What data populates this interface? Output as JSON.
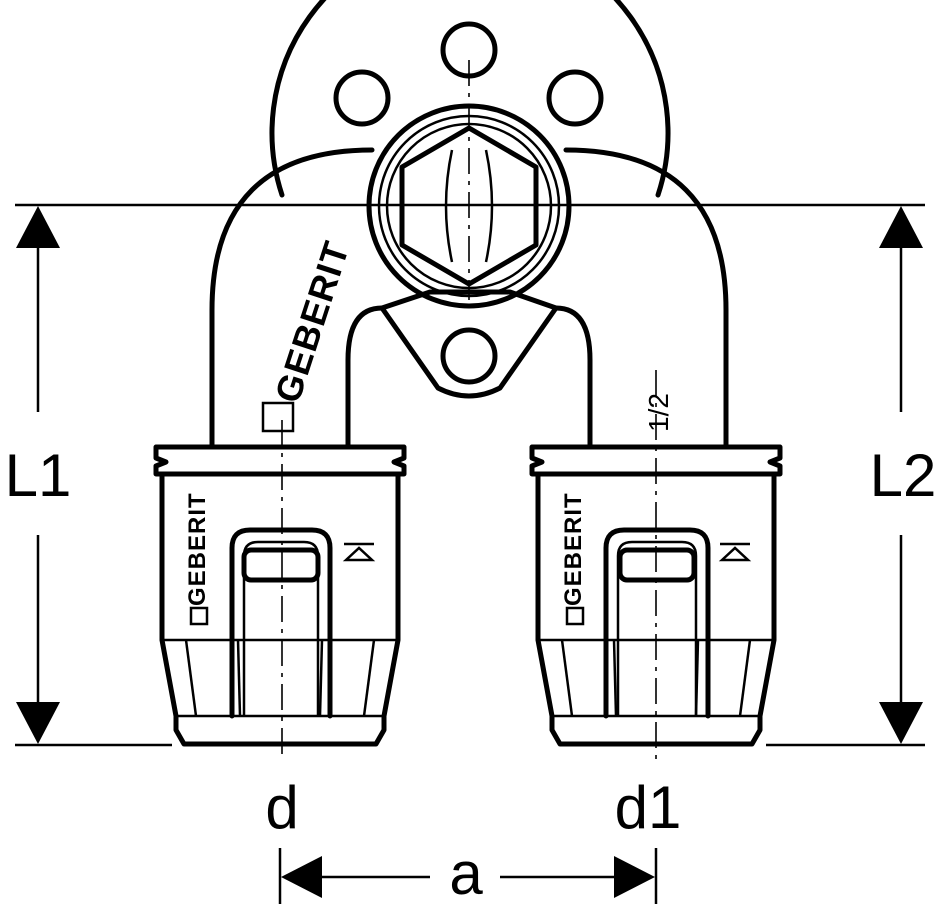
{
  "drawing": {
    "labels": {
      "L1": "L1",
      "L2": "L2",
      "d": "d",
      "d1": "d1",
      "a": "a"
    },
    "brand": "GEBERIT",
    "size_marking": "1/2"
  }
}
